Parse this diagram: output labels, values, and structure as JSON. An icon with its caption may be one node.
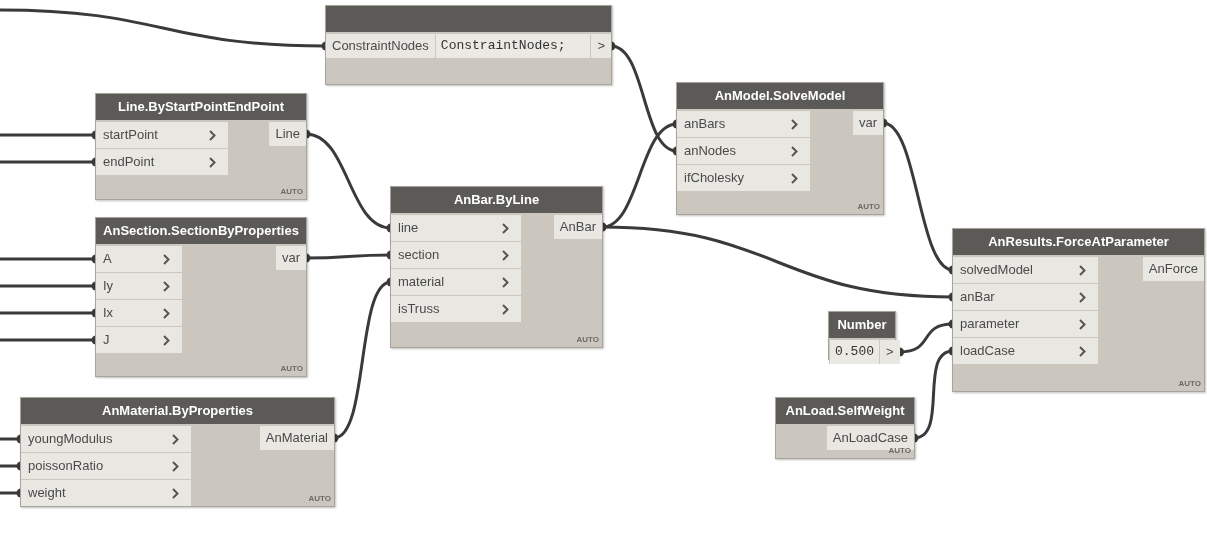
{
  "diagram": {
    "nodes": [
      {
        "text": [],
        "shape": "box"
      },
      {
        "text": [
          "ConstraintNodes"
        ],
        "in": 0
      },
      {
        "text": [
          "ConstraintNodes;"
        ],
        "in": 0
      },
      {
        "text": [
          ">"
        ],
        "in": 0
      },
      {
        "text": [
          "Line.ByStartPointEndPoint",
          "AUTO"
        ]
      },
      {
        "text": [
          "startPoint"
        ],
        "in": 4
      },
      {
        "text": [
          "endPoint"
        ],
        "in": 4
      },
      {
        "text": [
          "Line"
        ],
        "in": 4
      },
      {
        "text": [
          "AnSection.SectionByProperties",
          "AUTO"
        ]
      },
      {
        "text": [
          "A"
        ],
        "in": 8
      },
      {
        "text": [
          "Iy"
        ],
        "in": 8
      },
      {
        "text": [
          "Ix"
        ],
        "in": 8
      },
      {
        "text": [
          "J"
        ],
        "in": 8
      },
      {
        "text": [
          "var"
        ],
        "in": 8
      },
      {
        "text": [
          "AnMaterial.ByProperties",
          "AUTO"
        ]
      },
      {
        "text": [
          "youngModulus"
        ],
        "in": 14
      },
      {
        "text": [
          "poissonRatio"
        ],
        "in": 14
      },
      {
        "text": [
          "weight"
        ],
        "in": 14
      },
      {
        "text": [
          "AnMaterial"
        ],
        "in": 14
      },
      {
        "text": [
          "AnBar.ByLine",
          "AUTO"
        ]
      },
      {
        "text": [
          "line"
        ],
        "in": 19
      },
      {
        "text": [
          "section"
        ],
        "in": 19
      },
      {
        "text": [
          "material"
        ],
        "in": 19
      },
      {
        "text": [
          "isTruss"
        ],
        "in": 19
      },
      {
        "text": [
          "AnBar"
        ],
        "in": 19
      },
      {
        "text": [
          "AnModel.SolveModel",
          "AUTO"
        ]
      },
      {
        "text": [
          "anBars"
        ],
        "in": 25
      },
      {
        "text": [
          "anNodes"
        ],
        "in": 25
      },
      {
        "text": [
          "ifCholesky"
        ],
        "in": 25
      },
      {
        "text": [
          "var"
        ],
        "in": 25
      },
      {
        "text": [
          "Number"
        ]
      },
      {
        "text": [
          "0.500"
        ],
        "in": 30
      },
      {
        "text": [
          ">"
        ],
        "in": 30
      },
      {
        "text": [
          "AnLoad.SelfWeight",
          "AUTO"
        ]
      },
      {
        "text": [
          "AnLoadCase"
        ],
        "in": 33
      },
      {
        "text": [
          "AnResults.ForceAtParameter",
          "AUTO"
        ]
      },
      {
        "text": [
          "solvedModel"
        ],
        "in": 35
      },
      {
        "text": [
          "anBar"
        ],
        "in": 35
      },
      {
        "text": [
          "parameter"
        ],
        "in": 35
      },
      {
        "text": [
          "loadCase"
        ],
        "in": 35
      },
      {
        "text": [
          "AnForce"
        ],
        "in": 35
      }
    ],
    "edges": [
      {
        "from": null,
        "to": 1,
        "arrow": "other"
      },
      {
        "from": null,
        "to": 5,
        "arrow": "other"
      },
      {
        "from": null,
        "to": 6,
        "arrow": "other"
      },
      {
        "from": null,
        "to": 9,
        "arrow": "other"
      },
      {
        "from": null,
        "to": 10,
        "arrow": "other"
      },
      {
        "from": null,
        "to": 11,
        "arrow": "other"
      },
      {
        "from": null,
        "to": 12,
        "arrow": "other"
      },
      {
        "from": null,
        "to": 15,
        "arrow": "other"
      },
      {
        "from": null,
        "to": 16,
        "arrow": "other"
      },
      {
        "from": null,
        "to": 17,
        "arrow": "other"
      },
      {
        "from": 7,
        "to": 20,
        "arrow": "other"
      },
      {
        "from": 13,
        "to": 21,
        "arrow": "other"
      },
      {
        "from": 18,
        "to": 22,
        "arrow": "other"
      },
      {
        "from": 3,
        "to": 27,
        "arrow": "other"
      },
      {
        "from": 24,
        "to": 26,
        "arrow": "other"
      },
      {
        "from": 24,
        "to": 37,
        "arrow": "other"
      },
      {
        "from": 29,
        "to": 36,
        "arrow": "other"
      },
      {
        "from": 32,
        "to": 38,
        "arrow": "other"
      },
      {
        "from": 34,
        "to": 39,
        "arrow": "other"
      }
    ]
  }
}
